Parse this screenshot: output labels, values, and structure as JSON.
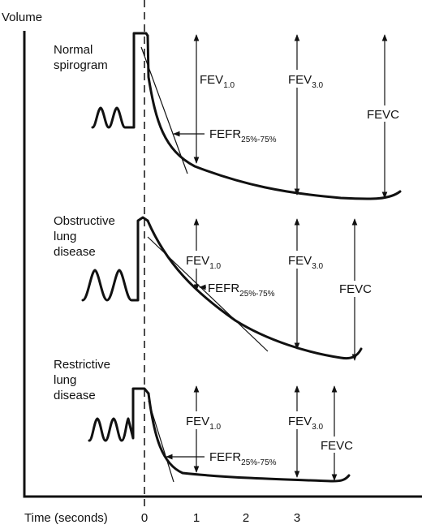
{
  "axes": {
    "y_label": "Volume",
    "x_label": "Time (seconds)",
    "x_ticks": [
      "0",
      "1",
      "2",
      "3"
    ]
  },
  "panels": [
    {
      "title_lines": [
        "Normal",
        "spirogram"
      ],
      "fev1": {
        "main": "FEV",
        "sub": "1.0"
      },
      "fev3": {
        "main": "FEV",
        "sub": "3.0"
      },
      "fefr": {
        "main": "FEFR",
        "sub": "25%-75%"
      },
      "fevc": "FEVC"
    },
    {
      "title_lines": [
        "Obstructive",
        "lung",
        "disease"
      ],
      "fev1": {
        "main": "FEV",
        "sub": "1.0"
      },
      "fev3": {
        "main": "FEV",
        "sub": "3.0"
      },
      "fefr": {
        "main": "FEFR",
        "sub": "25%-75%"
      },
      "fevc": "FEVC"
    },
    {
      "title_lines": [
        "Restrictive",
        "lung",
        "disease"
      ],
      "fev1": {
        "main": "FEV",
        "sub": "1.0"
      },
      "fev3": {
        "main": "FEV",
        "sub": "3.0"
      },
      "fefr": {
        "main": "FEFR",
        "sub": "25%-75%"
      },
      "fevc": "FEVC"
    }
  ]
}
